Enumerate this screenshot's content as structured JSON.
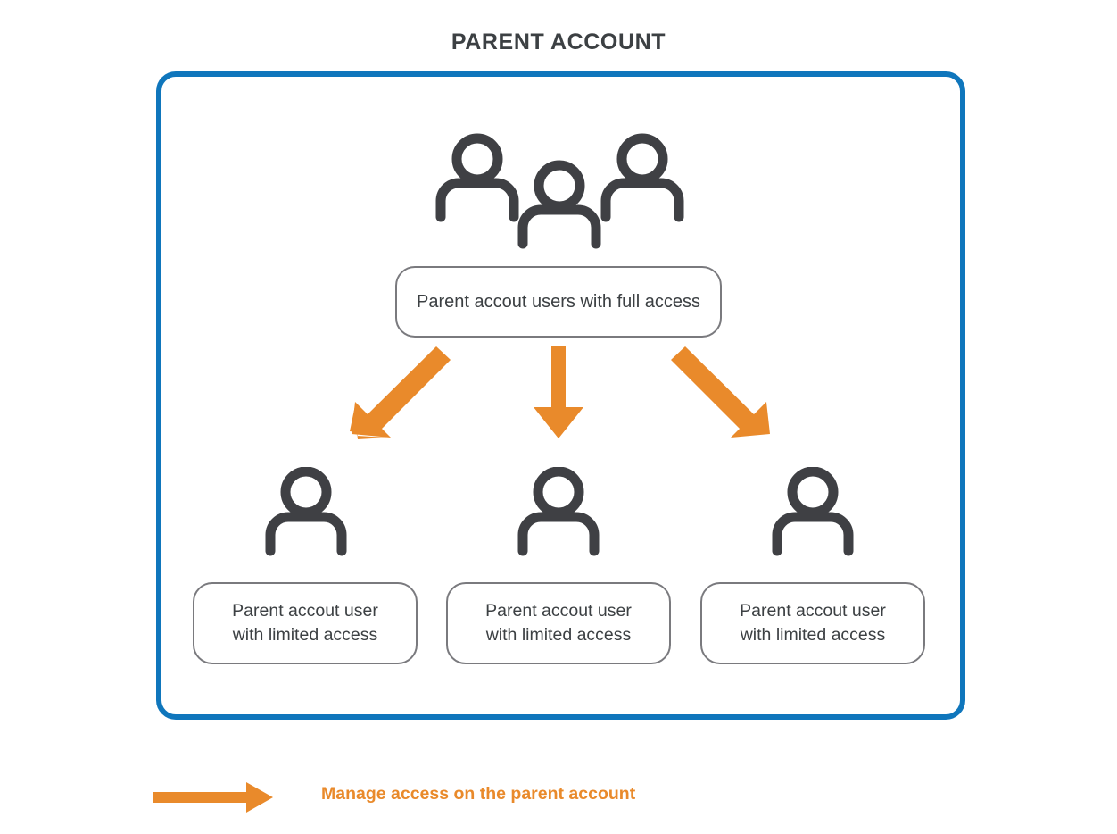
{
  "page": {
    "title": "PARENT ACCOUNT"
  },
  "colors": {
    "container_border": "#0f76bc",
    "arrow_orange": "#e98a2b",
    "icon_gray": "#3f4044",
    "box_border": "#7a7a7e",
    "text_dark": "#3c4043",
    "background": "#ffffff"
  },
  "container": {
    "name": "parent-account-container",
    "top_group": {
      "icon": "three-users-icon",
      "label": "Parent accout users with full access"
    },
    "arrows": [
      {
        "icon": "arrow-down-left-icon",
        "direction": "down-left"
      },
      {
        "icon": "arrow-down-icon",
        "direction": "down"
      },
      {
        "icon": "arrow-down-right-icon",
        "direction": "down-right"
      }
    ],
    "children": [
      {
        "icon": "user-icon",
        "line1": "Parent accout user",
        "line2": "with limited access"
      },
      {
        "icon": "user-icon",
        "line1": "Parent accout user",
        "line2": "with limited access"
      },
      {
        "icon": "user-icon",
        "line1": "Parent accout user",
        "line2": "with limited access"
      }
    ]
  },
  "legend": {
    "icon": "arrow-right-icon",
    "label": "Manage access on the parent account"
  }
}
